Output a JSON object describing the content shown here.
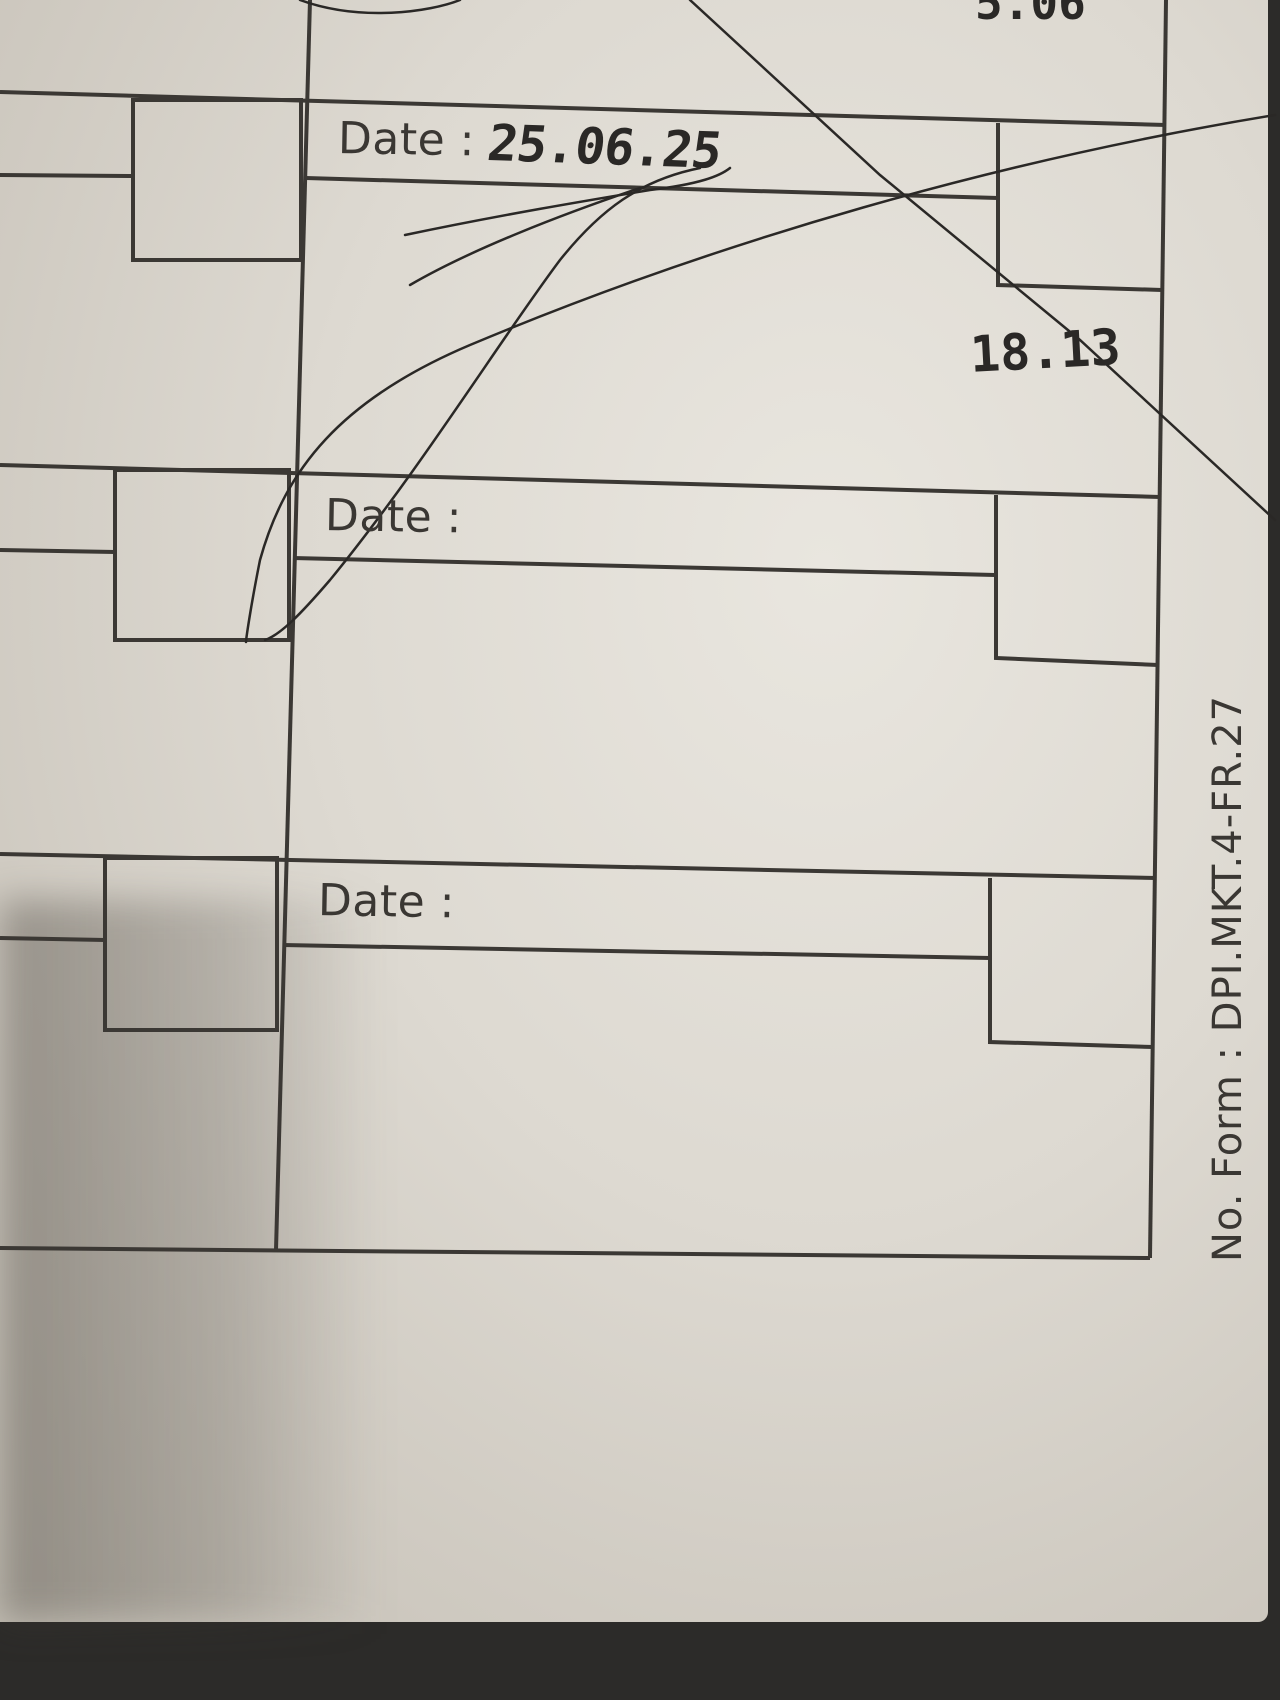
{
  "form": {
    "rows": [
      {
        "date_label": "Date :",
        "date_value": "25.06.25",
        "time_value": "18.13"
      },
      {
        "date_label": "Date :",
        "date_value": "",
        "time_value": ""
      },
      {
        "date_label": "Date :",
        "date_value": "",
        "time_value": ""
      }
    ],
    "top_fragment": "5.06",
    "form_number": "No. Form : DPI.MKT.4-FR.27"
  },
  "colors": {
    "paper": "#ddd9d1",
    "ink_print": "#3a3733",
    "ink_hand": "#2a2826",
    "background": "#2c2b29"
  }
}
